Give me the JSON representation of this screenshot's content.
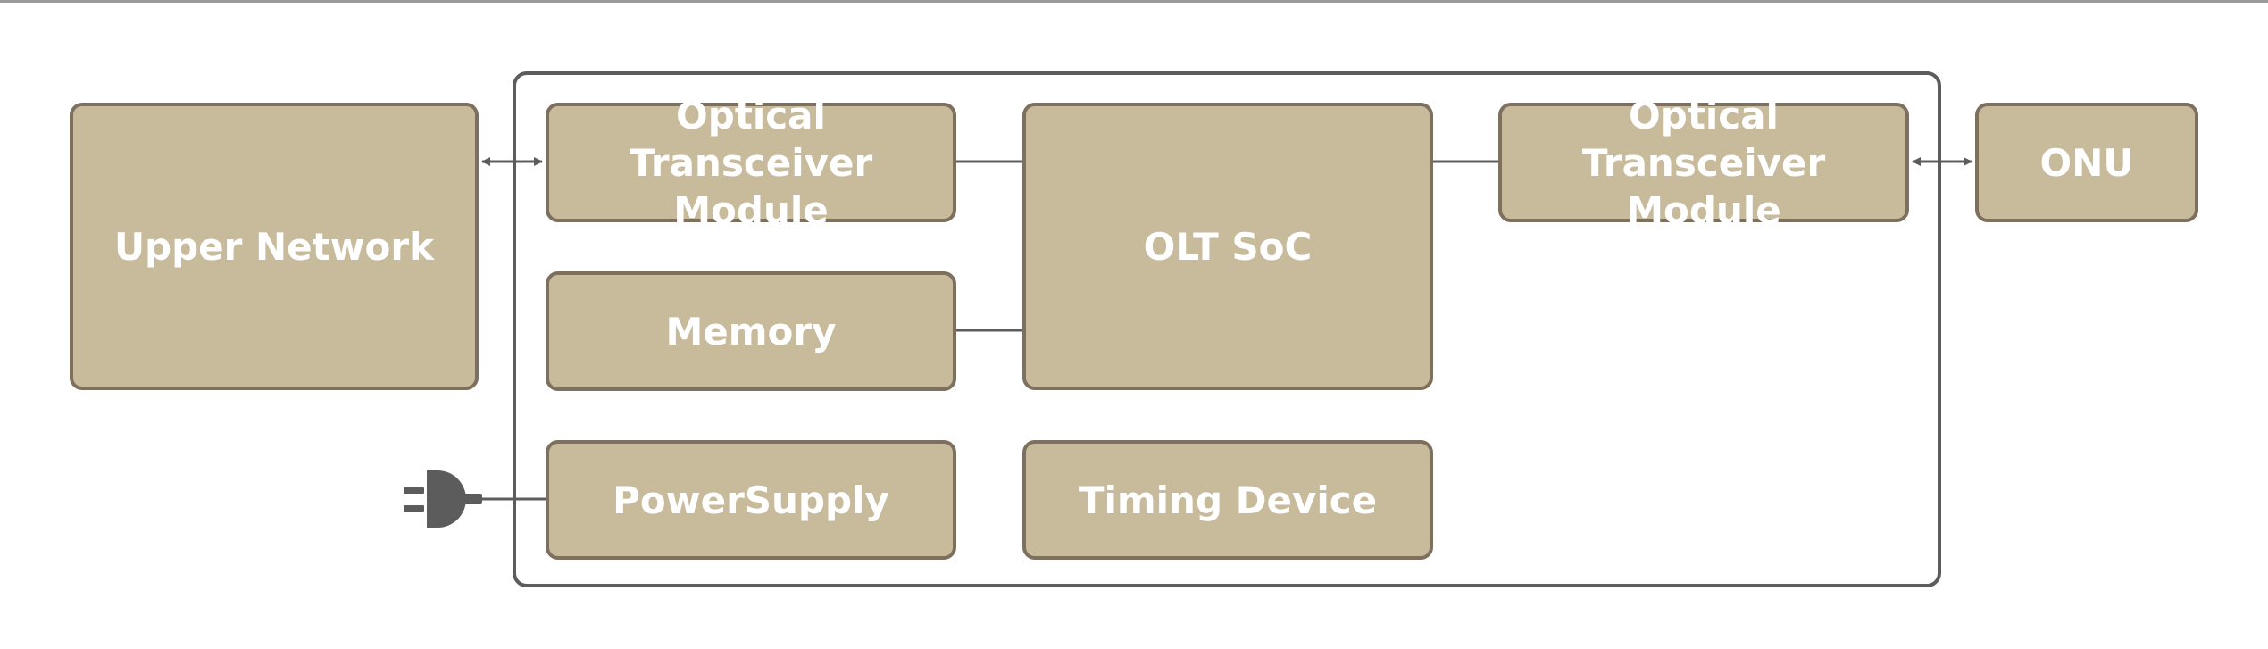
{
  "colors": {
    "block_fill": "#c8bb9c",
    "block_border": "#7d705e",
    "block_text": "#ffffff",
    "line": "#5c5c5c"
  },
  "blocks": {
    "upper_network": "Upper Network",
    "optical_transceiver_left": "Optical Transceiver Module",
    "memory": "Memory",
    "power_supply": "PowerSupply",
    "olt_soc": "OLT SoC",
    "timing_device": "Timing Device",
    "optical_transceiver_right": "Optical Transceiver Module",
    "onu": "ONU"
  },
  "connections": [
    {
      "from": "Upper Network",
      "to": "Optical Transceiver Module",
      "type": "bidirectional-arrow"
    },
    {
      "from": "Optical Transceiver Module",
      "to": "OLT SoC",
      "type": "line"
    },
    {
      "from": "Memory",
      "to": "OLT SoC",
      "type": "line"
    },
    {
      "from": "OLT SoC",
      "to": "Optical Transceiver Module",
      "type": "line"
    },
    {
      "from": "Optical Transceiver Module",
      "to": "ONU",
      "type": "bidirectional-arrow"
    },
    {
      "from": "power-plug",
      "to": "PowerSupply",
      "type": "line"
    }
  ],
  "icons": {
    "power_plug": "power-plug-icon"
  }
}
